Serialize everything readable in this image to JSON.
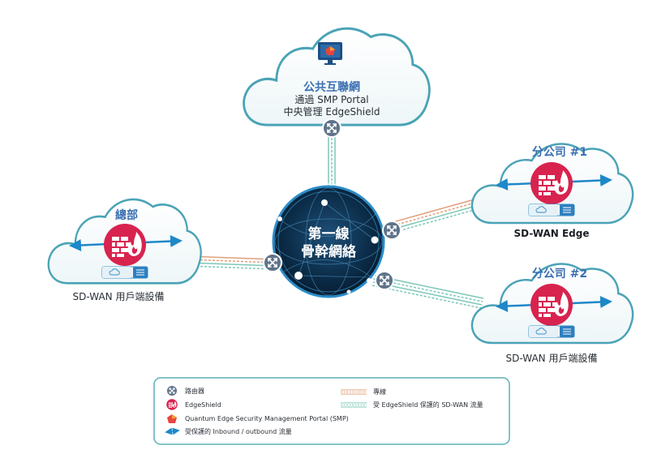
{
  "public_cloud": {
    "title": "公共互聯網",
    "line1": "通過 SMP Portal",
    "line2": "中央管理 EdgeShield"
  },
  "core": {
    "line1": "第一線",
    "line2": "骨幹網絡"
  },
  "hq": {
    "title": "總部",
    "caption": "SD-WAN 用戶端設備"
  },
  "branch1": {
    "title": "分公司 #1",
    "caption": "SD-WAN Edge"
  },
  "branch2": {
    "title": "分公司 #2",
    "caption": "SD-WAN 用戶端設備"
  },
  "legend": {
    "router": "路由器",
    "edgeshield": "EdgeShield",
    "smp": "Quantum Edge Security Management Portal (SMP)",
    "traffic": "受保護的 Inbound / outbound 流量",
    "leased_line": "專線",
    "sdwan_traffic": "受 EdgeShield 保護的 SD-WAN 流量"
  },
  "colors": {
    "cloud_stroke": "#4aa3b6",
    "core_dark": "#0a2740",
    "core_ring": "#1f6fa8",
    "firewall": "#d8234f",
    "traffic_arrow": "#1e88c8",
    "leased_line": "#e0a07a",
    "sdwan_line": "#7cc8b8",
    "legend_border": "#5bb0b8"
  }
}
